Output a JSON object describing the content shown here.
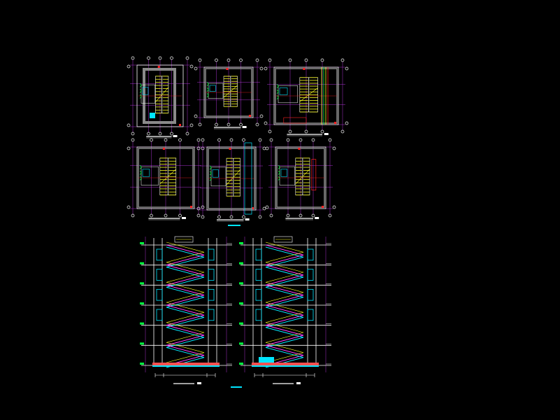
{
  "canvas": {
    "background": "#000000"
  },
  "colors": {
    "frame": "#ffffff",
    "wall": "#8a8a8a",
    "grid": "#d040ff",
    "stair": "#ffff20",
    "stair_section": "#ff3cff",
    "cyan": "#00e5ff",
    "green": "#00ff40",
    "red": "#ff2020",
    "dim": "#ff40ff",
    "ground": "#ff5050"
  },
  "drawing_set": {
    "plans": [
      {
        "id": "plan-1",
        "type": "stair-plan"
      },
      {
        "id": "plan-2",
        "type": "stair-plan"
      },
      {
        "id": "plan-3",
        "type": "stair-plan"
      },
      {
        "id": "plan-4",
        "type": "stair-plan"
      },
      {
        "id": "plan-5",
        "type": "stair-plan"
      },
      {
        "id": "plan-6",
        "type": "stair-plan"
      }
    ],
    "sections": [
      {
        "id": "section-1",
        "type": "stair-section",
        "floors": 6
      },
      {
        "id": "section-2",
        "type": "stair-section",
        "floors": 6
      }
    ]
  }
}
